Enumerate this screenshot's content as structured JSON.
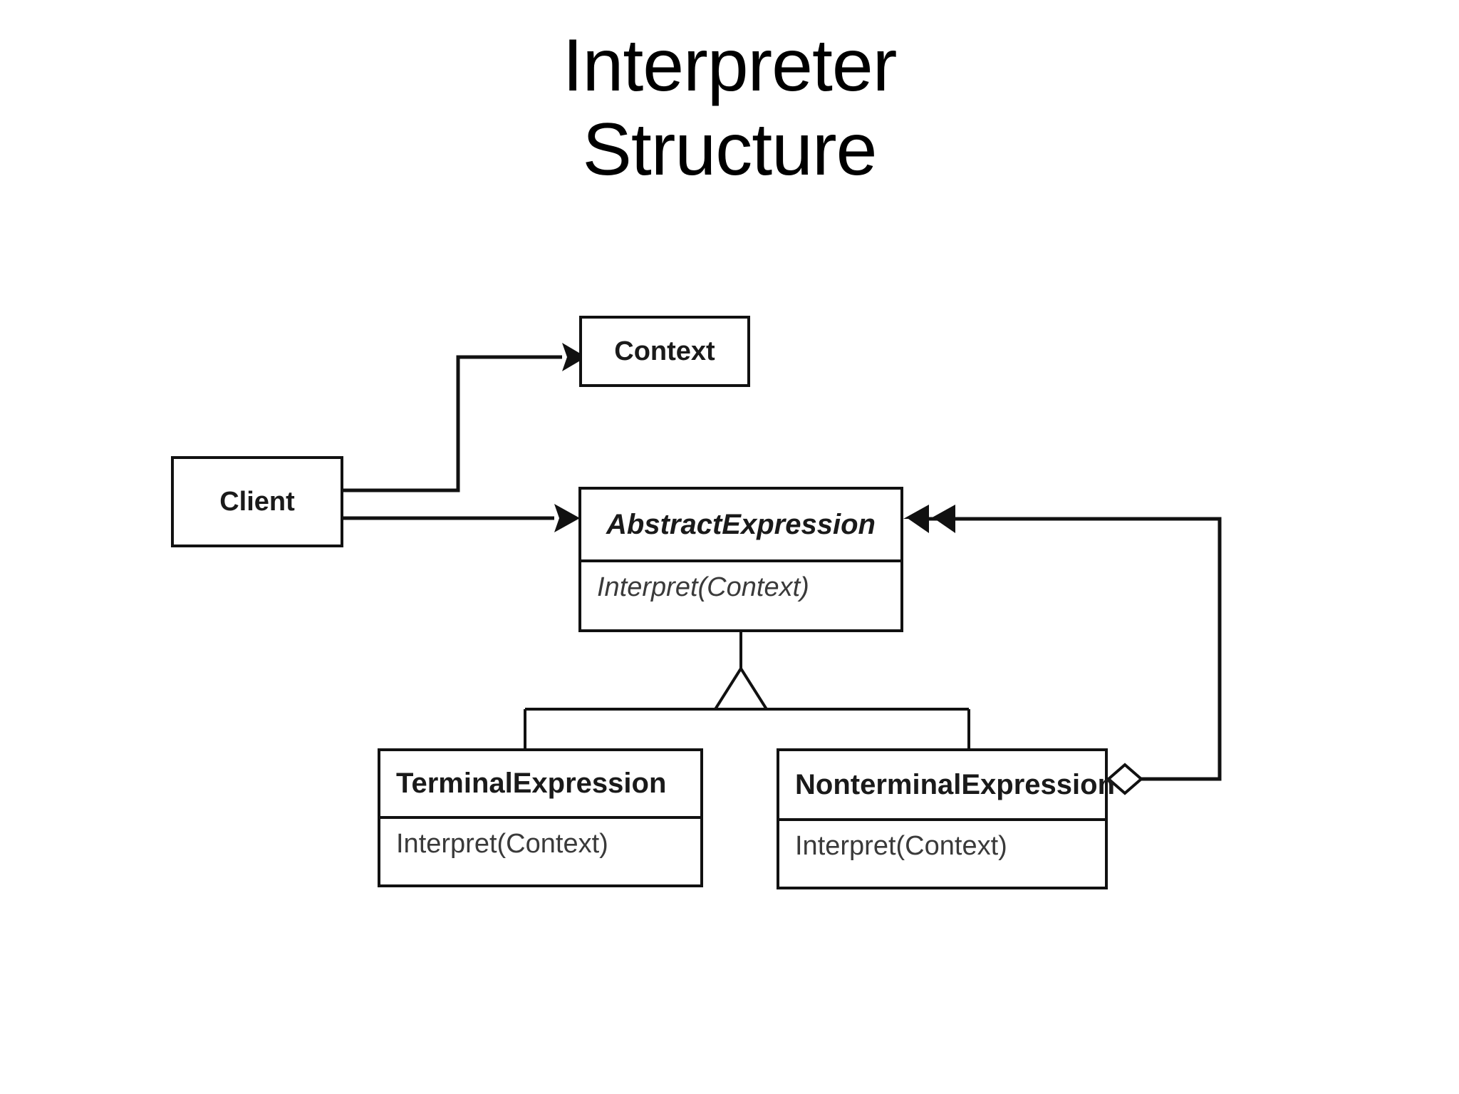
{
  "slide": {
    "title": "Interpreter\nStructure",
    "background_color": "#ffffff",
    "ink_color": "#111111"
  },
  "diagram": {
    "kind": "uml-class-diagram",
    "pattern": "Interpreter",
    "classes": [
      {
        "id": "context",
        "name": "Context",
        "stereotype": "class",
        "abstract": false,
        "operations": []
      },
      {
        "id": "client",
        "name": "Client",
        "stereotype": "class",
        "abstract": false,
        "operations": []
      },
      {
        "id": "abstract-expression",
        "name": "AbstractExpression",
        "stereotype": "class",
        "abstract": true,
        "operations": [
          "Interpret(Context)"
        ]
      },
      {
        "id": "terminal-expression",
        "name": "TerminalExpression",
        "stereotype": "class",
        "abstract": false,
        "operations": [
          "Interpret(Context)"
        ]
      },
      {
        "id": "nonterminal-expression",
        "name": "NonterminalExpression",
        "stereotype": "class",
        "abstract": false,
        "operations": [
          "Interpret(Context)"
        ]
      }
    ],
    "relationships": [
      {
        "id": "client-context",
        "from": "client",
        "to": "context",
        "type": "association",
        "end_marker": "filled-arrow"
      },
      {
        "id": "client-abstract",
        "from": "client",
        "to": "abstract-expression",
        "type": "association",
        "end_marker": "filled-arrow"
      },
      {
        "id": "nonterminal-abstract",
        "from": "nonterminal-expression",
        "to": "abstract-expression",
        "type": "aggregation",
        "end_marker": "filled-arrow",
        "source_marker": "hollow-diamond"
      },
      {
        "id": "terminal-generalization",
        "from": "terminal-expression",
        "to": "abstract-expression",
        "type": "generalization",
        "end_marker": "hollow-triangle"
      },
      {
        "id": "nonterminal-generalization",
        "from": "nonterminal-expression",
        "to": "abstract-expression",
        "type": "generalization",
        "end_marker": "hollow-triangle"
      }
    ]
  }
}
